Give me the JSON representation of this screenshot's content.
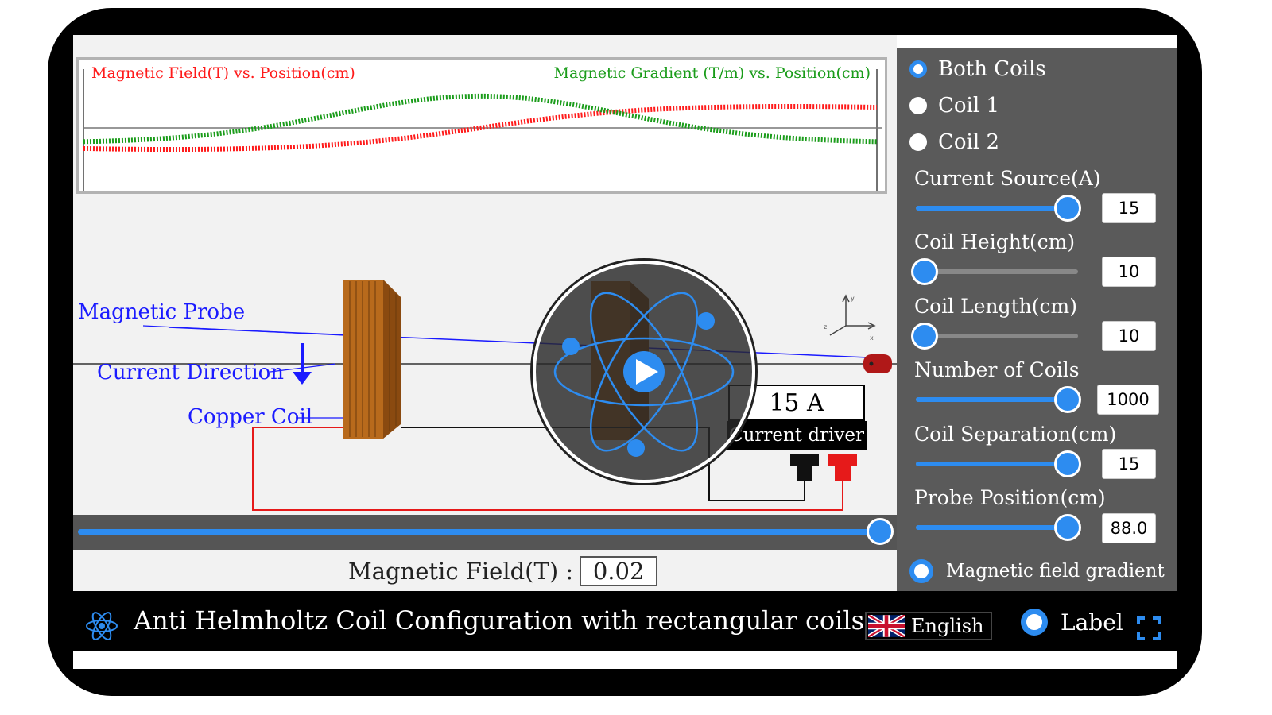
{
  "graph": {
    "left_title": "Magnetic Field(T) vs. Position(cm)",
    "right_title": "Magnetic Gradient (T/m) vs. Position(cm)",
    "field_color": "#ff1a1a",
    "gradient_color": "#1a9c1a"
  },
  "scene": {
    "labels": {
      "probe": "Magnetic Probe",
      "current_direction": "Current Direction",
      "coil": "Copper Coil"
    },
    "driver": {
      "amperage": "15 A",
      "label": "Current driver"
    }
  },
  "probe_slider": {
    "value": 100
  },
  "readout": {
    "label": "Magnetic Field(T) :",
    "value": "0.02"
  },
  "panel": {
    "coil_options": [
      {
        "label": "Both Coils",
        "selected": true
      },
      {
        "label": "Coil 1",
        "selected": false
      },
      {
        "label": "Coil 2",
        "selected": false
      }
    ],
    "controls": [
      {
        "label": "Current Source(A)",
        "value": "15",
        "fraction": 1.0
      },
      {
        "label": "Coil Height(cm)",
        "value": "10",
        "fraction": 0.0
      },
      {
        "label": "Coil Length(cm)",
        "value": "10",
        "fraction": 0.0
      },
      {
        "label": "Number of Coils",
        "value": "1000",
        "fraction": 1.0
      },
      {
        "label": "Coil Separation(cm)",
        "value": "15",
        "fraction": 1.0
      },
      {
        "label": "Probe Position(cm)",
        "value": "88.0",
        "fraction": 1.0
      }
    ],
    "gradient_toggle": "Magnetic field gradient"
  },
  "bottom_bar": {
    "title": "Anti Helmholtz Coil Configuration with rectangular coils",
    "language": "English",
    "label_toggle": "Label",
    "accent": "#2d8cf0"
  }
}
